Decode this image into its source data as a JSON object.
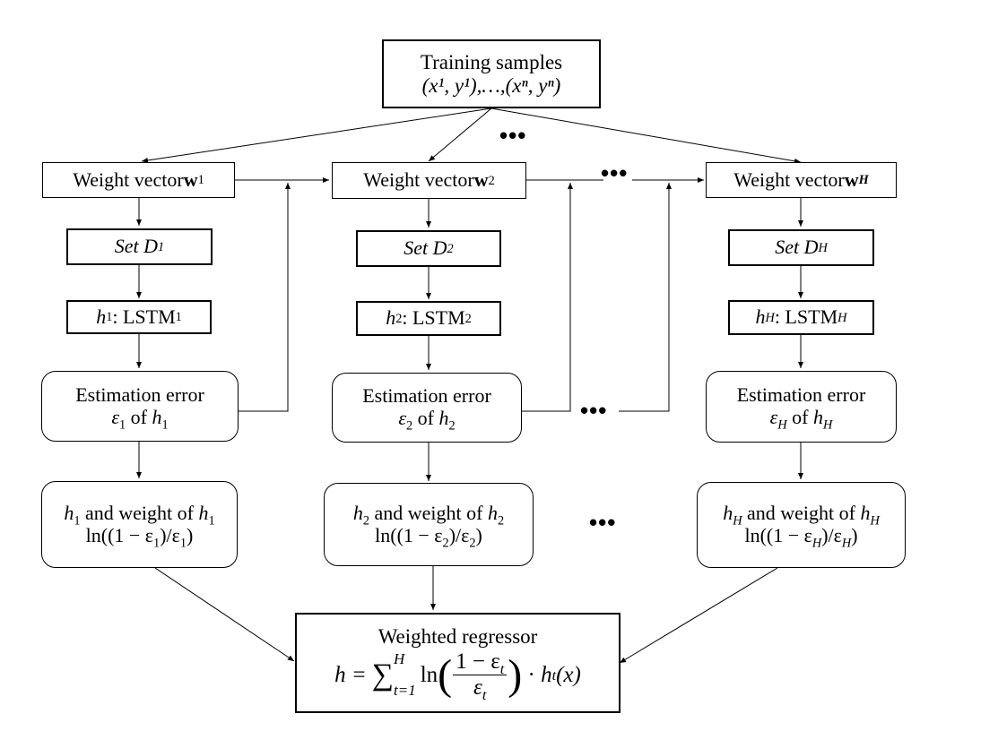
{
  "nodes": {
    "top": {
      "line1": "Training samples",
      "line2": "(x¹, y¹),…,(xⁿ, yⁿ)"
    },
    "wv": {
      "text": "Weight vector ",
      "b1": "w",
      "s1": "1",
      "b2": "w",
      "s2": "2",
      "bH": "w",
      "sH": "H"
    },
    "set": {
      "text": "Set D",
      "s1": "1",
      "s2": "2",
      "sH": "H"
    },
    "lstm": {
      "h": "h",
      "text": ": LSTM",
      "s1": "1",
      "s2": "2",
      "sH": "H"
    },
    "err": {
      "line1": "Estimation error",
      "eps": "ε",
      "of": " of ",
      "h": "h",
      "s1": "1",
      "s2": "2",
      "sH": "H"
    },
    "wt": {
      "h": "h",
      "text": " and weight of ",
      "ln1": "ln((1 − ε",
      "mid": ")/ε",
      "end": ")",
      "s1": "1",
      "s2": "2",
      "sH": "H"
    },
    "reg": {
      "title": "Weighted regressor",
      "lhs": "h =",
      "sum": "∑",
      "upper": "H",
      "lower": "t=1",
      "ln": "ln",
      "lparen": "(",
      "rparen": ")",
      "num": "1 − ε",
      "den": "ε",
      "sub": "t",
      "dot": " · ",
      "ht": "h",
      "hts": "t",
      "arg": "(x)"
    }
  },
  "ellipsis": "•••"
}
